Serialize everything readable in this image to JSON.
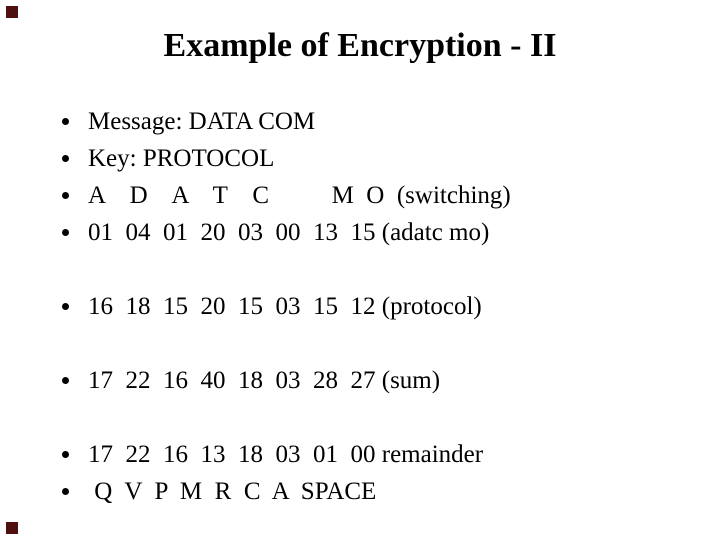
{
  "slide": {
    "title": "Example of Encryption - II",
    "colors": {
      "background": "#ffffff",
      "text": "#000000",
      "corner_marker": "#4d0f0f"
    },
    "lines": [
      {
        "text": "Message: DATA COM"
      },
      {
        "text": "Key: PROTOCOL"
      },
      {
        "text": "A    D    A    T    C          M  O  (switching)"
      },
      {
        "text": "01  04  01  20  03  00  13  15 (adatc mo)"
      },
      {
        "text": "16  18  15  20  15  03  15  12 (protocol)"
      },
      {
        "text": "17  22  16  40  18  03  28  27 (sum)"
      },
      {
        "text": "17  22  16  13  18  03  01  00 remainder"
      },
      {
        "text": " Q  V  P  M  R  C  A  SPACE"
      }
    ]
  }
}
